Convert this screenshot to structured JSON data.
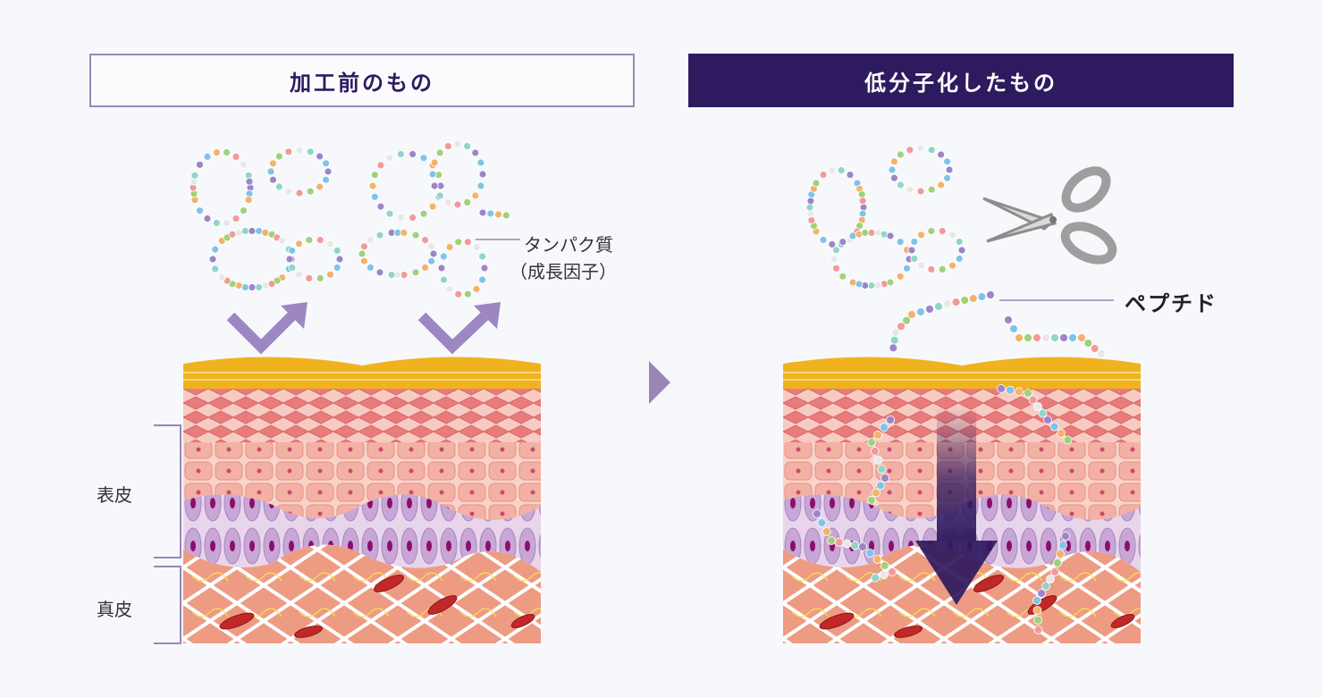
{
  "headers": {
    "before": "加工前のもの",
    "after": "低分子化したもの"
  },
  "labels": {
    "protein_line1": "タンパク質",
    "protein_line2": "（成長因子）",
    "peptide": "ペプチド",
    "epidermis": "表皮",
    "dermis": "真皮"
  },
  "colors": {
    "primary": "#2e1a5e",
    "accent": "#9a86b6",
    "stratum_corneum": "#f0b21e",
    "cell_pink": "#f3b1a6",
    "basal_purple": "#c8a6d6",
    "dermis": "#ee9b84"
  },
  "icons": {
    "divider": "triangle-right-icon",
    "cut": "scissors-icon",
    "bounce": "bounce-arrow-icon",
    "penetrate": "down-arrow-icon"
  }
}
